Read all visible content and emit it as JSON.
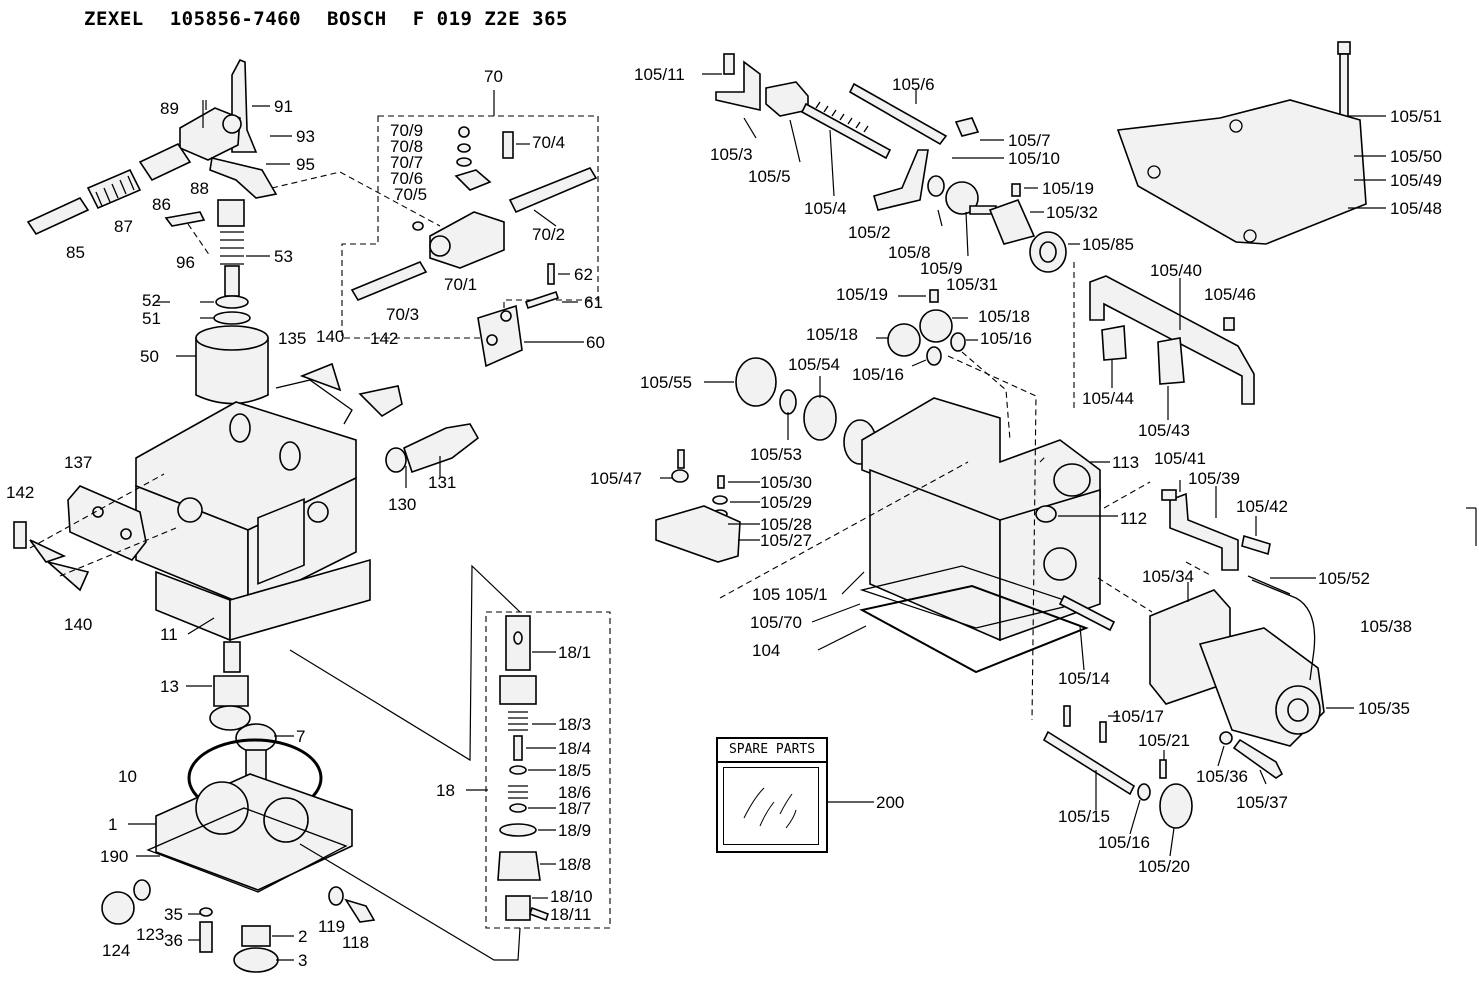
{
  "header": {
    "brand1": "ZEXEL",
    "part_no": "105856-7460",
    "brand2": "BOSCH",
    "ref_no": "F 019 Z2E 365"
  },
  "spare_parts": {
    "title": "SPARE PARTS"
  },
  "labels": [
    "91",
    "89",
    "93",
    "95",
    "88",
    "86",
    "87",
    "85",
    "96",
    "53",
    "52",
    "51",
    "50",
    "135",
    "140",
    "142",
    "137",
    "142",
    "140",
    "11",
    "130",
    "131",
    "13",
    "7",
    "10",
    "1",
    "190",
    "124",
    "123",
    "35",
    "36",
    "2",
    "3",
    "119",
    "118",
    "70",
    "70/9",
    "70/8",
    "70/7",
    "70/6",
    "70/5",
    "70/4",
    "70/2",
    "70/1",
    "70/3",
    "62",
    "61",
    "60",
    "18/1",
    "18/3",
    "18/4",
    "18/5",
    "18",
    "18/6",
    "18/7",
    "18/9",
    "18/8",
    "18/10",
    "18/11",
    "105/11",
    "105/3",
    "105/5",
    "105/4",
    "105/6",
    "105/7",
    "105/10",
    "105/2",
    "105/8",
    "105/9",
    "105/31",
    "105/19",
    "105/32",
    "105/85",
    "105/19",
    "105/18",
    "105/18",
    "105/16",
    "105/16",
    "105/55",
    "105/54",
    "105/53",
    "105/47",
    "105/30",
    "105/29",
    "105/28",
    "105/27",
    "113",
    "112",
    "105 105/1",
    "105/70",
    "104",
    "105/14",
    "105/17",
    "105/21",
    "105/15",
    "105/16",
    "105/20",
    "105/51",
    "105/50",
    "105/49",
    "105/48",
    "105/40",
    "105/46",
    "105/44",
    "105/43",
    "105/41",
    "105/39",
    "105/42",
    "105/34",
    "105/52",
    "105/38",
    "105/35",
    "105/36",
    "105/37",
    "200"
  ]
}
